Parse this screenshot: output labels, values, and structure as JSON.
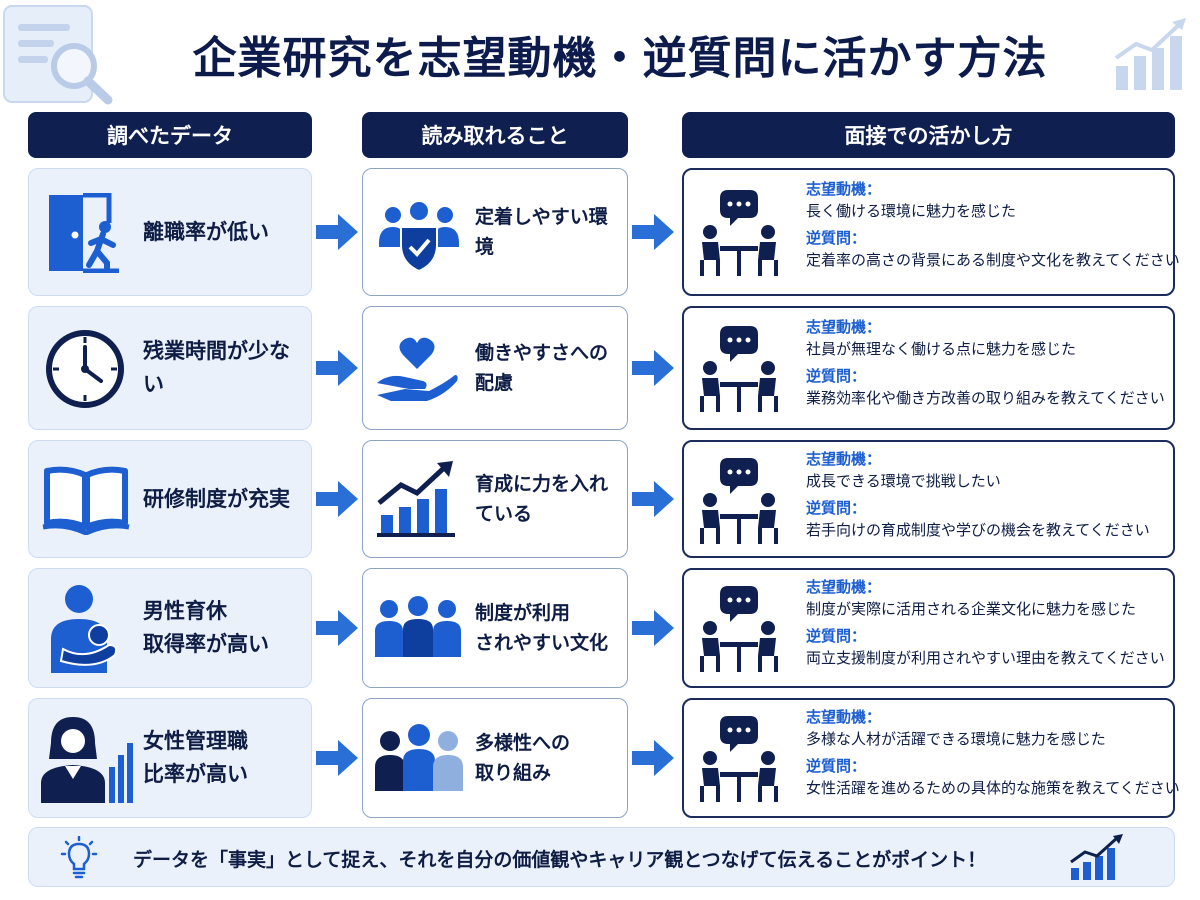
{
  "title": "企業研究を志望動機・逆質問に活かす方法",
  "columns": [
    "調べたデータ",
    "読み取れること",
    "面接での活かし方"
  ],
  "label_motive": "志望動機：",
  "label_question": "逆質問：",
  "rows": [
    {
      "data": "離職率が低い",
      "insight": "定着しやすい環境",
      "motive": "長く働ける環境に魅力を感じた",
      "question": "定着率の高さの背景にある制度や文化を教えてください",
      "data_icon": "door-exit-icon",
      "insight_icon": "people-shield-icon"
    },
    {
      "data": "残業時間が少ない",
      "insight": "働きやすさへの配慮",
      "motive": "社員が無理なく働ける点に魅力を感じた",
      "question": "業務効率化や働き方改善の取り組みを教えてください",
      "data_icon": "clock-icon",
      "insight_icon": "heart-hand-icon"
    },
    {
      "data": "研修制度が充実",
      "insight": "育成に力を入れている",
      "motive": "成長できる環境で挑戦したい",
      "question": "若手向けの育成制度や学びの機会を教えてください",
      "data_icon": "book-icon",
      "insight_icon": "growth-chart-icon"
    },
    {
      "data": "男性育休\n取得率が高い",
      "insight": "制度が利用\nされやすい文化",
      "motive": "制度が実際に活用される企業文化に魅力を感じた",
      "question": "両立支援制度が利用されやすい理由を教えてください",
      "data_icon": "father-baby-icon",
      "insight_icon": "group-icon"
    },
    {
      "data": "女性管理職\n比率が高い",
      "insight": "多様性への\n取り組み",
      "motive": "多様な人材が活躍できる環境に魅力を感じた",
      "question": "女性活躍を進めるための具体的な施策を教えてください",
      "data_icon": "businesswoman-chart-icon",
      "insight_icon": "diverse-people-icon"
    }
  ],
  "footer": "データを「事実」として捉え、それを自分の価値観やキャリア観とつなげて伝えることがポイント！",
  "colors": {
    "navy": "#0f1f4f",
    "blue": "#1d5fd0",
    "accent": "#2a6fd6",
    "light": "#eaf1fb"
  }
}
